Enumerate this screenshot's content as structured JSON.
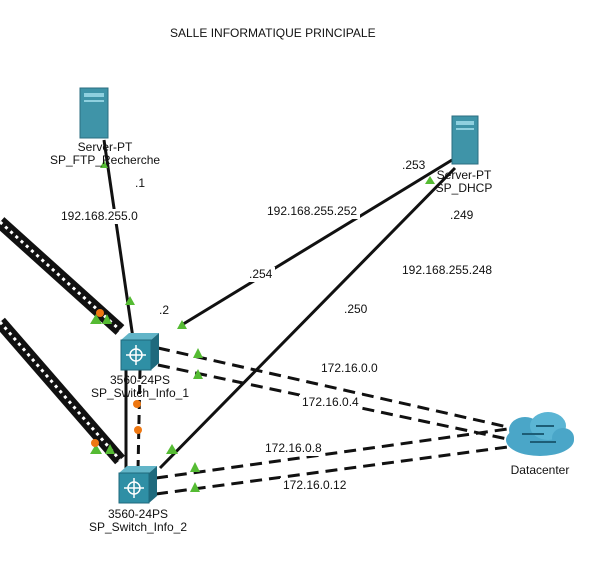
{
  "title": "SALLE INFORMATIQUE PRINCIPALE",
  "devices": {
    "ftp_server": {
      "model": "Server-PT",
      "name": "SP_FTP_Recherche"
    },
    "dhcp_server": {
      "model": "Server-PT",
      "name": "SP_DHCP"
    },
    "switch1": {
      "model": "3560-24PS",
      "name": "SP_Switch_Info_1"
    },
    "switch2": {
      "model": "3560-24PS",
      "name": "SP_Switch_Info_2"
    },
    "datacenter": {
      "name": "Datacenter"
    }
  },
  "labels": {
    "ftp_ip_suffix": ".1",
    "ftp_network": "192.168.255.0",
    "switch1_ip_suffix": ".2",
    "dhcp_ip_253": ".253",
    "net_252": "192.168.255.252",
    "ip_254": ".254",
    "dhcp_ip_249": ".249",
    "net_248": "192.168.255.248",
    "ip_250": ".250",
    "net_172_0": "172.16.0.0",
    "net_172_4": "172.16.0.4",
    "net_172_8": "172.16.0.8",
    "net_172_12": "172.16.0.12"
  },
  "colors": {
    "link": "#111111",
    "link_up": "#55bb33",
    "link_blocked": "#ee7711",
    "server": "#3f94a8",
    "switch": "#2f8fa5",
    "cloud": "#4aa6c8"
  }
}
